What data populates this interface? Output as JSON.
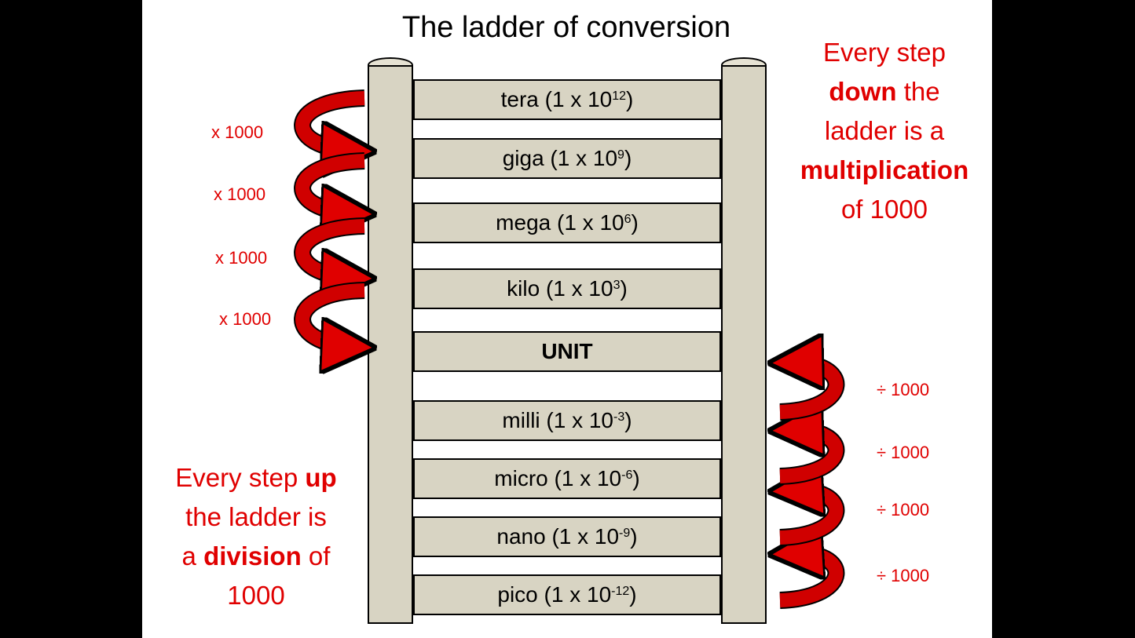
{
  "title": "The ladder of conversion",
  "rungs": [
    {
      "prefix": "tera (1 x 10",
      "exp": "12",
      "suffix": ")"
    },
    {
      "prefix": "giga (1 x 10",
      "exp": "9",
      "suffix": ")"
    },
    {
      "prefix": "mega (1 x 10",
      "exp": "6",
      "suffix": ")"
    },
    {
      "prefix": "kilo (1 x 10",
      "exp": "3",
      "suffix": ")"
    },
    {
      "prefix": "UNIT",
      "exp": "",
      "suffix": ""
    },
    {
      "prefix": "milli (1 x 10",
      "exp": "-3",
      "suffix": ")"
    },
    {
      "prefix": "micro (1 x 10",
      "exp": "-6",
      "suffix": ")"
    },
    {
      "prefix": "nano (1 x 10",
      "exp": "-9",
      "suffix": ")"
    },
    {
      "prefix": "pico (1 x 10",
      "exp": "-12",
      "suffix": ")"
    }
  ],
  "down_labels": [
    "x 1000",
    "x 1000",
    "x 1000",
    "x 1000"
  ],
  "up_labels": [
    "÷ 1000",
    "÷ 1000",
    "÷ 1000",
    "÷ 1000"
  ],
  "note_down": {
    "line1": "Every step",
    "line2_bold": "down",
    "line2_rest": " the",
    "line3": "ladder is a",
    "line4_bold": "multiplication",
    "line5": "of 1000"
  },
  "note_up": {
    "line1_start": "Every step ",
    "line1_bold": "up",
    "line2": "the ladder is",
    "line3_start": "a ",
    "line3_bold": "division",
    "line3_end": " of",
    "line4": "1000"
  },
  "colors": {
    "accent": "#e00000",
    "ladder": "#d8d4c3",
    "arrow": "#cc0000"
  }
}
